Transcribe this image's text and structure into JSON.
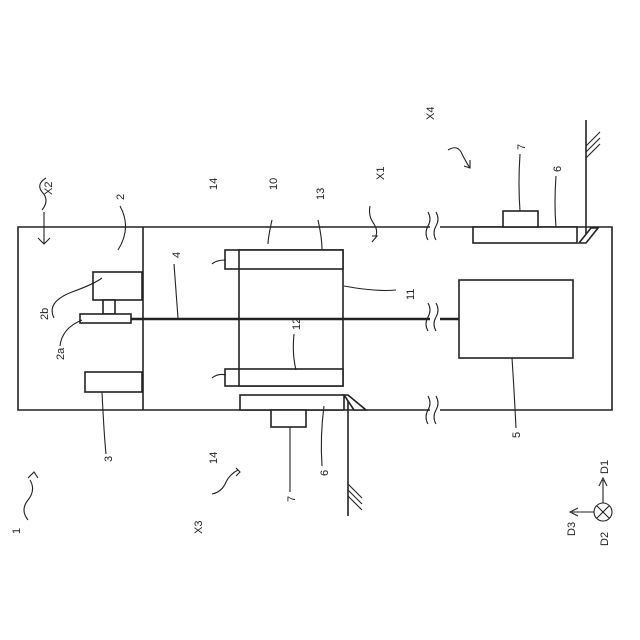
{
  "labels": {
    "ref_1": "1",
    "ref_2": "2",
    "ref_2a": "2a",
    "ref_2b": "2b",
    "ref_3": "3",
    "ref_4": "4",
    "ref_5": "5",
    "ref_6_lower": "6",
    "ref_6_upper": "6",
    "ref_7_lower": "7",
    "ref_7_upper": "7",
    "ref_10": "10",
    "ref_11": "11",
    "ref_12": "12",
    "ref_13": "13",
    "ref_14_upper": "14",
    "ref_14_lower": "14",
    "zone_x1": "X1",
    "zone_x2": "X2",
    "zone_x3": "X3",
    "zone_x4": "X4",
    "dir_d1": "D1",
    "dir_d2": "D2",
    "dir_d3": "D3"
  }
}
